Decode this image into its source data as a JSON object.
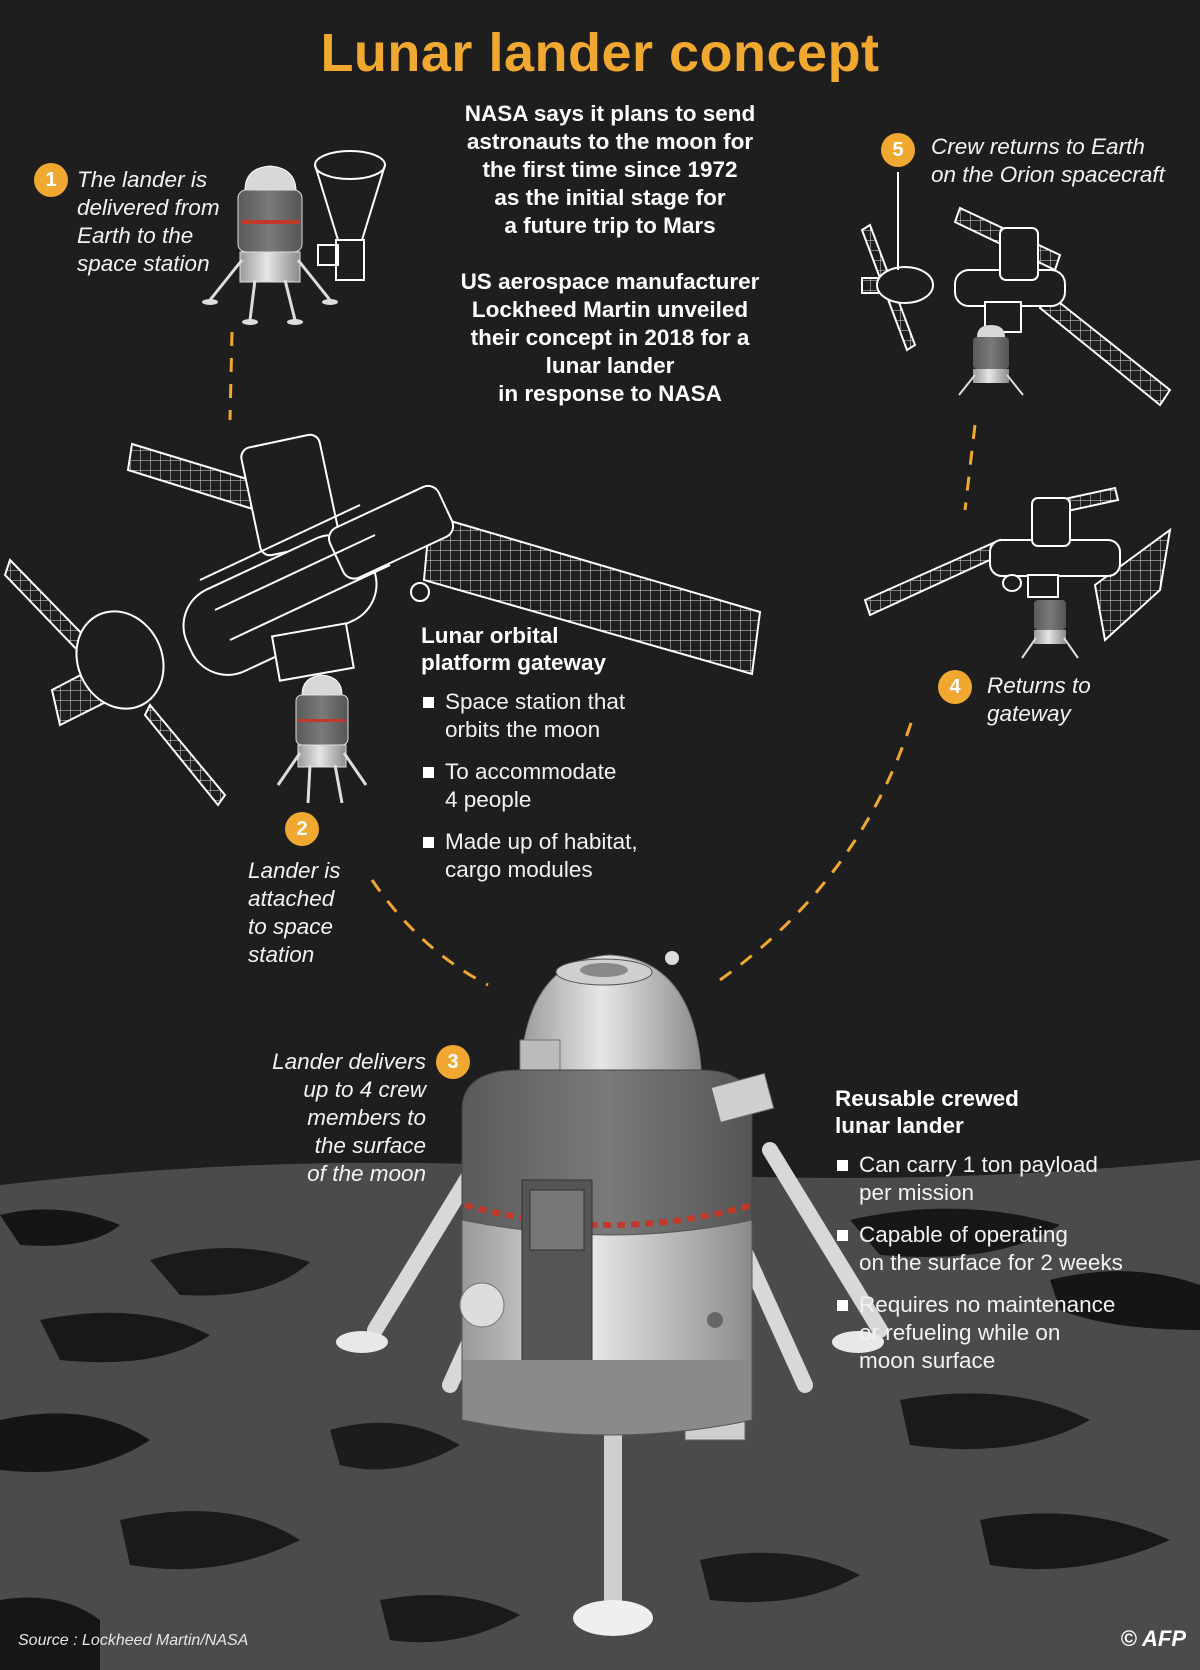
{
  "title": "Lunar lander concept",
  "intro": {
    "p1": "NASA says it plans to send\nastronauts to the moon for\nthe first time since 1972\nas the initial stage for\na future trip to Mars",
    "p2": "US aerospace manufacturer\nLockheed Martin unveiled\ntheir concept in 2018 for a\nlunar lander\nin response to NASA"
  },
  "steps": [
    {
      "num": "1",
      "text": "The lander is\ndelivered from\nEarth to the\nspace station"
    },
    {
      "num": "2",
      "text": "Lander  is\nattached\nto space\nstation"
    },
    {
      "num": "3",
      "text": "Lander delivers\nup to 4 crew\nmembers to\nthe surface\nof the moon"
    },
    {
      "num": "4",
      "text": "Returns to\ngateway"
    },
    {
      "num": "5",
      "text": "Crew returns to Earth\non the Orion spacecraft"
    }
  ],
  "gateway": {
    "heading": "Lunar orbital\nplatform gateway",
    "bullets": [
      "Space station that\norbits the moon",
      "To accommodate\n4 people",
      "Made  up of habitat,\ncargo modules"
    ]
  },
  "lander": {
    "heading": "Reusable crewed\nlunar lander",
    "bullets": [
      "Can carry 1 ton payload\nper mission",
      "Capable of  operating\non the surface for 2 weeks",
      "Requires no maintenance\nor refueling while on\nmoon surface"
    ]
  },
  "source": "Source : Lockheed Martin/NASA",
  "credit": "© AFP",
  "colors": {
    "accent": "#f0a830",
    "background": "#1e1e1e",
    "surface": "#4a4a4a"
  }
}
